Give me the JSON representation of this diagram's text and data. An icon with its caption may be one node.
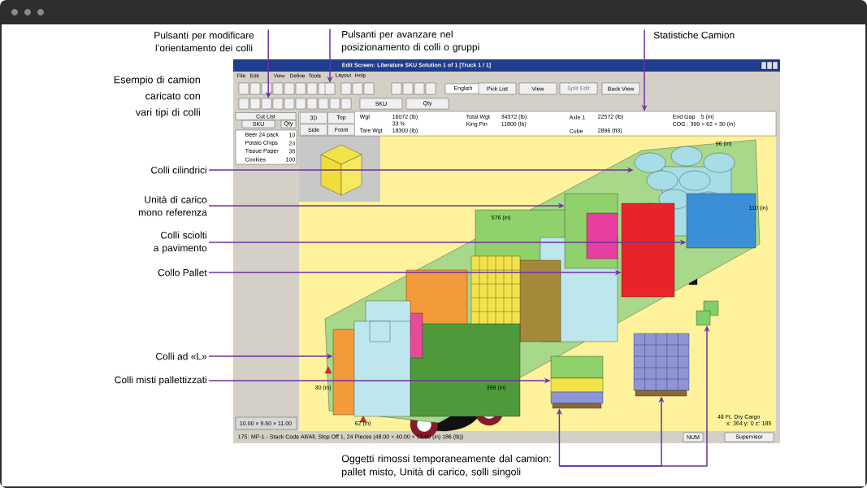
{
  "diagram": {
    "nodes": [
      {
        "text": [
          "Pulsanti per modificare l’orientamento dei colli"
        ]
      },
      {
        "text": [
          "Pulsanti per avanzare nel posizionamento di colli o gruppi"
        ]
      },
      {
        "text": [
          "Statistiche Camion"
        ]
      },
      {
        "text": [
          "Colli cilindrici"
        ]
      },
      {
        "text": [
          "Unità di carico mono referenza"
        ]
      },
      {
        "text": [
          "Colli sciolti a pavimento"
        ]
      },
      {
        "text": [
          "Collo Pallet"
        ]
      },
      {
        "text": [
          "Colli ad «L»"
        ]
      },
      {
        "text": [
          "Colli misti pallettizzati"
        ]
      },
      {
        "text": [
          "Oggetti rimossi temporaneamente dal camion: pallet misto, Unità di carico, solli singoli"
        ]
      },
      {
        "text": [],
        "shape": "box"
      },
      {
        "text": [],
        "shape": "box"
      },
      {
        "text": [],
        "shape": "box"
      },
      {
        "text": [],
        "shape": "picture"
      },
      {
        "text": [],
        "shape": "picture"
      },
      {
        "text": [],
        "shape": "picture"
      },
      {
        "text": [],
        "shape": "picture"
      },
      {
        "text": [],
        "shape": "picture"
      },
      {
        "text": [],
        "shape": "picture"
      },
      {
        "text": [],
        "shape": "picture"
      },
      {
        "text": [],
        "shape": "picture"
      }
    ],
    "edges": [
      {
        "from": 0,
        "to": 10,
        "arrow": "to"
      },
      {
        "from": 1,
        "to": 11,
        "arrow": "to"
      },
      {
        "from": 2,
        "to": 12,
        "arrow": "to"
      },
      {
        "from": 3,
        "to": 13,
        "arrow": "to"
      },
      {
        "from": 4,
        "to": 14,
        "arrow": "to"
      },
      {
        "from": 5,
        "to": 15,
        "arrow": "to"
      },
      {
        "from": 6,
        "to": 16,
        "arrow": "to"
      },
      {
        "from": 7,
        "to": 17,
        "arrow": "to"
      },
      {
        "from": 8,
        "to": 18,
        "arrow": "to"
      },
      {
        "from": 9,
        "to": 18,
        "arrow": "to"
      },
      {
        "from": 9,
        "to": 19,
        "arrow": "to"
      },
      {
        "from": 9,
        "to": 20,
        "arrow": "to"
      }
    ],
    "labels": [
      "Esempio di camion caricato con vari tipi di colli",
      "Edit Screen: Literature SKU Solution 1 of 1 [Truck 1 / 1]",
      "File",
      "Edit",
      "View",
      "Define",
      "Tools",
      "Layout",
      "Help",
      "English",
      "Pick List",
      "View",
      "Split Edit",
      "Back View",
      "SKU",
      "Qty",
      "Cut List",
      "SKU",
      "Qty",
      "Beer 24 pack",
      "10",
      "Potato Chips",
      "24",
      "Tissue Paper",
      "38",
      "Cookies",
      "100",
      "3D",
      "Top",
      "Side",
      "Front",
      "Wgt",
      "16072 (lb)",
      "33 %",
      "Tare Wgt",
      "18300 (lb)",
      "Total Wgt",
      "34372 (lb)",
      "King Pin",
      "11800 (lb)",
      "Axle 1",
      "22572 (lb)",
      "Cube",
      "2896 (ft3)",
      "End Gap",
      "5 (in)",
      "COG : 399 × 62 × 30 (in)",
      "96 (in)",
      "110 (in)",
      "576 (in)",
      "30 (in)",
      "399 (in)",
      "10.00 × 9.50 × 11.00",
      "62 (in)",
      "48 Ft. Dry Cargo",
      "x: 364 y: 0 z: 185",
      "175: MP-1 - Stack Code All/All, Stop Off 1, 24 Pieces (48.00 × 40.00 × 53.00 (in) 186 (lb))",
      "NUM",
      "Supervisor"
    ]
  }
}
